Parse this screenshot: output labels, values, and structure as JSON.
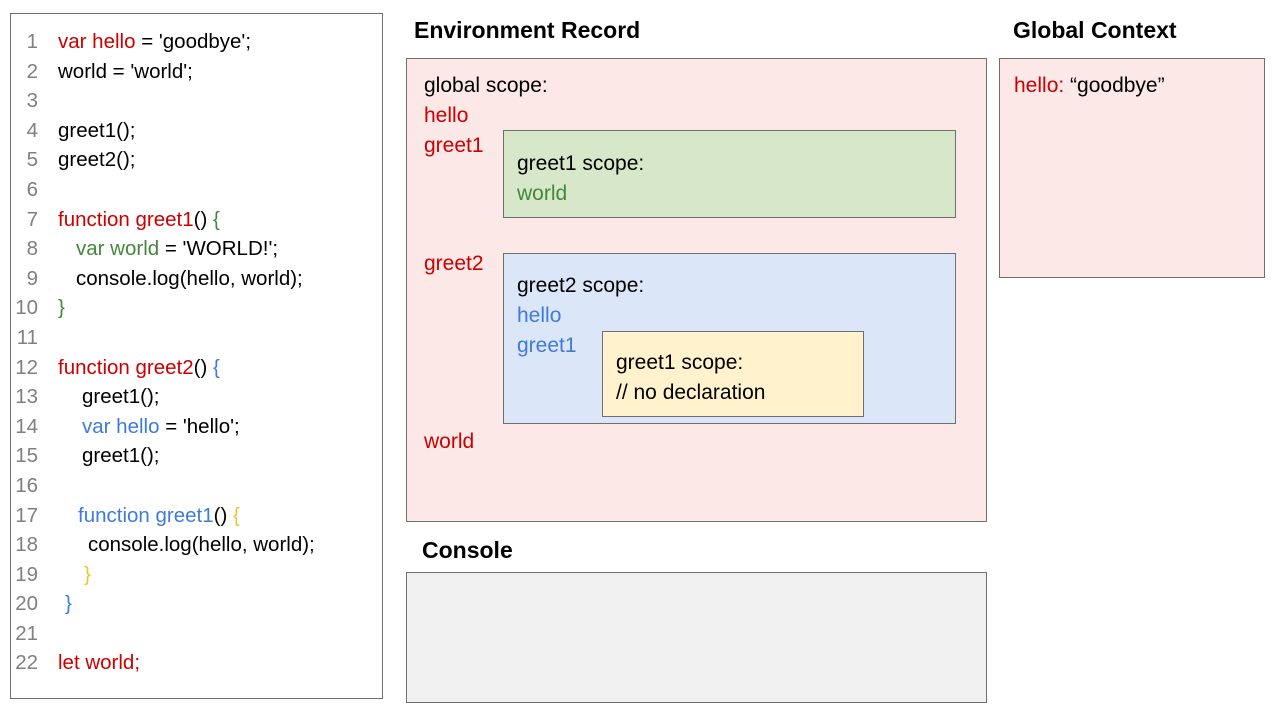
{
  "palette": {
    "red": "#cc0000",
    "green": "#45873b",
    "blue": "#3e7bdb",
    "yellow": "#f1c232",
    "gray": "#808080",
    "border": "#6f6f6f",
    "pink_fill": "#fce8e6",
    "green_fill": "#d7e8ca",
    "blue_fill": "#dbe7f8",
    "yellow_fill": "#fff2cc",
    "console_fill": "#f1f1f1"
  },
  "code_panel": {
    "lines": [
      {
        "num": "1",
        "indent": 0,
        "segments": [
          {
            "c": "red",
            "t": "var hello"
          },
          {
            "c": "black",
            "t": " = 'goodbye';"
          }
        ]
      },
      {
        "num": "2",
        "indent": 0,
        "segments": [
          {
            "c": "black",
            "t": "world = 'world';"
          }
        ]
      },
      {
        "num": "3",
        "indent": 0,
        "segments": []
      },
      {
        "num": "4",
        "indent": 0,
        "segments": [
          {
            "c": "black",
            "t": "greet1();"
          }
        ]
      },
      {
        "num": "5",
        "indent": 0,
        "segments": [
          {
            "c": "black",
            "t": "greet2();"
          }
        ]
      },
      {
        "num": "6",
        "indent": 0,
        "segments": []
      },
      {
        "num": "7",
        "indent": 0,
        "segments": [
          {
            "c": "red",
            "t": "function greet1"
          },
          {
            "c": "black",
            "t": "() "
          },
          {
            "c": "green",
            "t": "{"
          }
        ]
      },
      {
        "num": "8",
        "indent": 18,
        "segments": [
          {
            "c": "green",
            "t": "var world"
          },
          {
            "c": "black",
            "t": " = 'WORLD!';"
          }
        ]
      },
      {
        "num": "9",
        "indent": 18,
        "segments": [
          {
            "c": "black",
            "t": "console.log(hello, world);"
          }
        ]
      },
      {
        "num": "10",
        "indent": 0,
        "segments": [
          {
            "c": "green",
            "t": "}"
          }
        ]
      },
      {
        "num": "11",
        "indent": 0,
        "segments": []
      },
      {
        "num": "12",
        "indent": 0,
        "segments": [
          {
            "c": "red",
            "t": "function greet2"
          },
          {
            "c": "black",
            "t": "() "
          },
          {
            "c": "blue",
            "t": "{"
          }
        ]
      },
      {
        "num": "13",
        "indent": 24,
        "segments": [
          {
            "c": "black",
            "t": "greet1();"
          }
        ]
      },
      {
        "num": "14",
        "indent": 24,
        "segments": [
          {
            "c": "blue",
            "t": "var hello"
          },
          {
            "c": "black",
            "t": " = 'hello';"
          }
        ]
      },
      {
        "num": "15",
        "indent": 24,
        "segments": [
          {
            "c": "black",
            "t": "greet1();"
          }
        ]
      },
      {
        "num": "16",
        "indent": 0,
        "segments": []
      },
      {
        "num": "17",
        "indent": 20,
        "segments": [
          {
            "c": "blue",
            "t": "function greet1"
          },
          {
            "c": "black",
            "t": "() "
          },
          {
            "c": "yellow",
            "t": "{"
          }
        ]
      },
      {
        "num": "18",
        "indent": 30,
        "segments": [
          {
            "c": "black",
            "t": "console.log(hello, world);"
          }
        ]
      },
      {
        "num": "19",
        "indent": 26,
        "segments": [
          {
            "c": "yellow",
            "t": "}"
          }
        ]
      },
      {
        "num": "20",
        "indent": 7,
        "segments": [
          {
            "c": "blue",
            "t": "}"
          }
        ]
      },
      {
        "num": "21",
        "indent": 0,
        "segments": []
      },
      {
        "num": "22",
        "indent": 0,
        "segments": [
          {
            "c": "red",
            "t": "let world;"
          }
        ]
      }
    ]
  },
  "environment_record": {
    "title": "Environment Record",
    "global_scope_label": "global scope:",
    "global_vars": {
      "hello": "hello",
      "greet1": "greet1",
      "greet2": "greet2",
      "world": "world"
    },
    "greet1_scope": {
      "label": "greet1 scope:",
      "world": "world"
    },
    "greet2_scope": {
      "label": "greet2 scope:",
      "hello": "hello",
      "greet1": "greet1"
    },
    "inner_greet1_scope": {
      "label": "greet1 scope:",
      "comment": "// no declaration"
    }
  },
  "global_context": {
    "title": "Global Context",
    "entry_key": "hello:",
    "entry_value": " “goodbye”"
  },
  "console_panel": {
    "title": "Console"
  }
}
